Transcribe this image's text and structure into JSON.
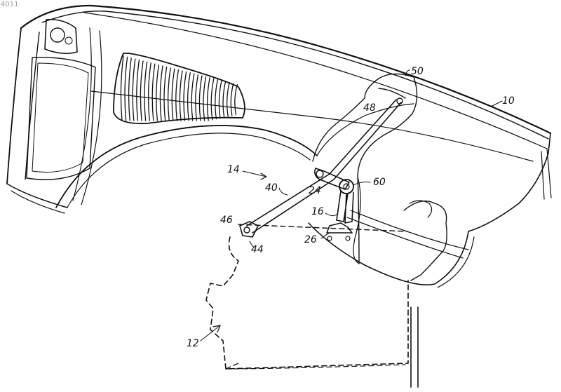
{
  "corner_id": "4011",
  "labels": {
    "ref_10": "10",
    "ref_12": "12",
    "ref_14": "14",
    "ref_16": "16",
    "ref_24": "24",
    "ref_26": "26",
    "ref_40": "40",
    "ref_44": "44",
    "ref_46": "46",
    "ref_48": "48",
    "ref_50": "50",
    "ref_60": "60"
  }
}
